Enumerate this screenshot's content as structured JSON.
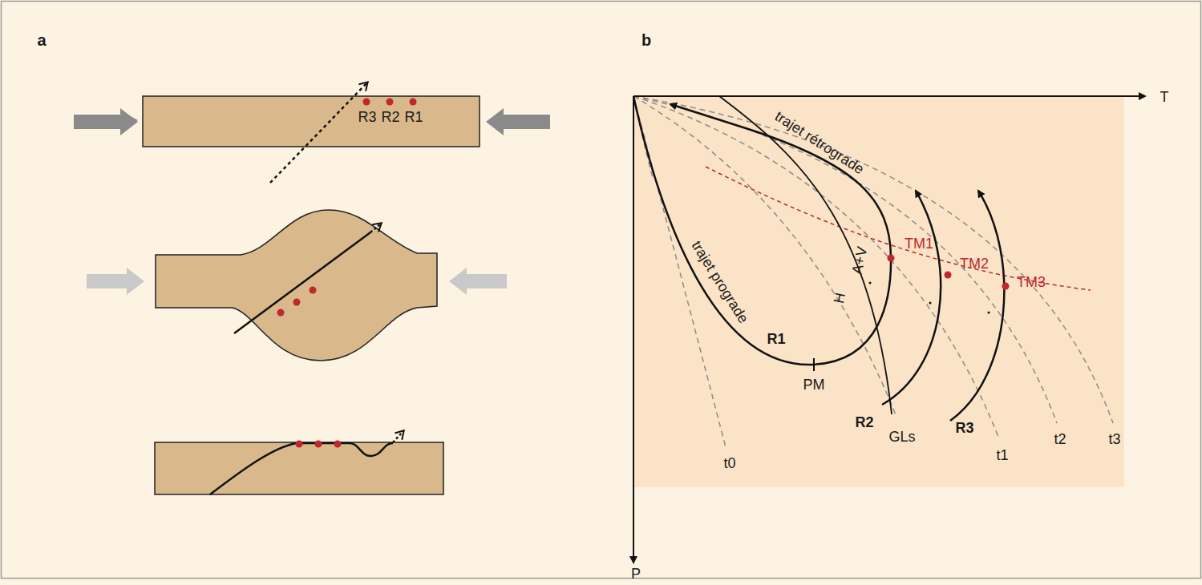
{
  "diagram": {
    "labels": [
      "a",
      "R3",
      "R2",
      "R1",
      "b",
      "T",
      "trajet rétrograde",
      "TM1",
      "TM2",
      "TM3",
      "A+V",
      "H",
      "trajet prograde",
      "R1",
      "PM",
      "R2",
      "R3",
      "t0",
      "GLs",
      "t1",
      "t2",
      "t3",
      "P"
    ]
  }
}
